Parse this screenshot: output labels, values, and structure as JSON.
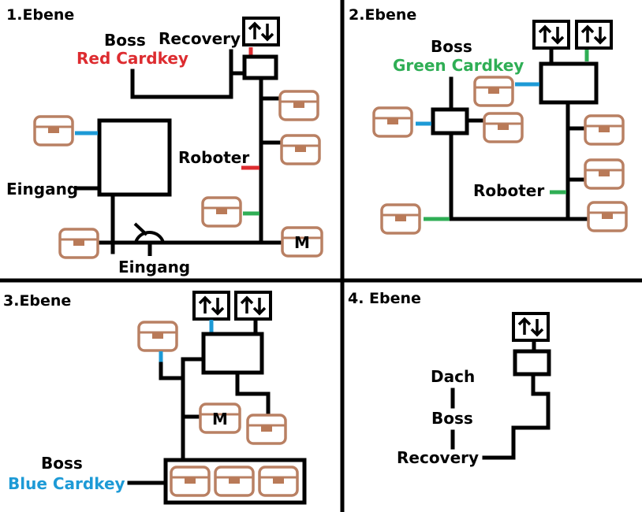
{
  "colors": {
    "red": "#dd2c30",
    "green": "#2fae55",
    "blue": "#1d9ad6",
    "chest": "#b98063",
    "wire": "#000000"
  },
  "icons": {
    "chest": "chest-icon",
    "elevator": "elevator-icon",
    "door": "door-icon",
    "merchant": "merchant-chest-icon"
  },
  "floors": [
    {
      "title": "1.Ebene",
      "labels": {
        "boss": "Boss",
        "recovery": "Recovery",
        "cardkey": "Red Cardkey",
        "robot": "Roboter",
        "entrance_left": "Eingang",
        "entrance_bottom": "Eingang",
        "merchant": "M"
      }
    },
    {
      "title": "2.Ebene",
      "labels": {
        "boss": "Boss",
        "cardkey": "Green Cardkey",
        "robot": "Roboter"
      }
    },
    {
      "title": "3.Ebene",
      "labels": {
        "boss": "Boss",
        "cardkey": "Blue Cardkey",
        "merchant": "M"
      }
    },
    {
      "title": "4. Ebene",
      "labels": {
        "roof": "Dach",
        "boss": "Boss",
        "recovery": "Recovery"
      }
    }
  ]
}
